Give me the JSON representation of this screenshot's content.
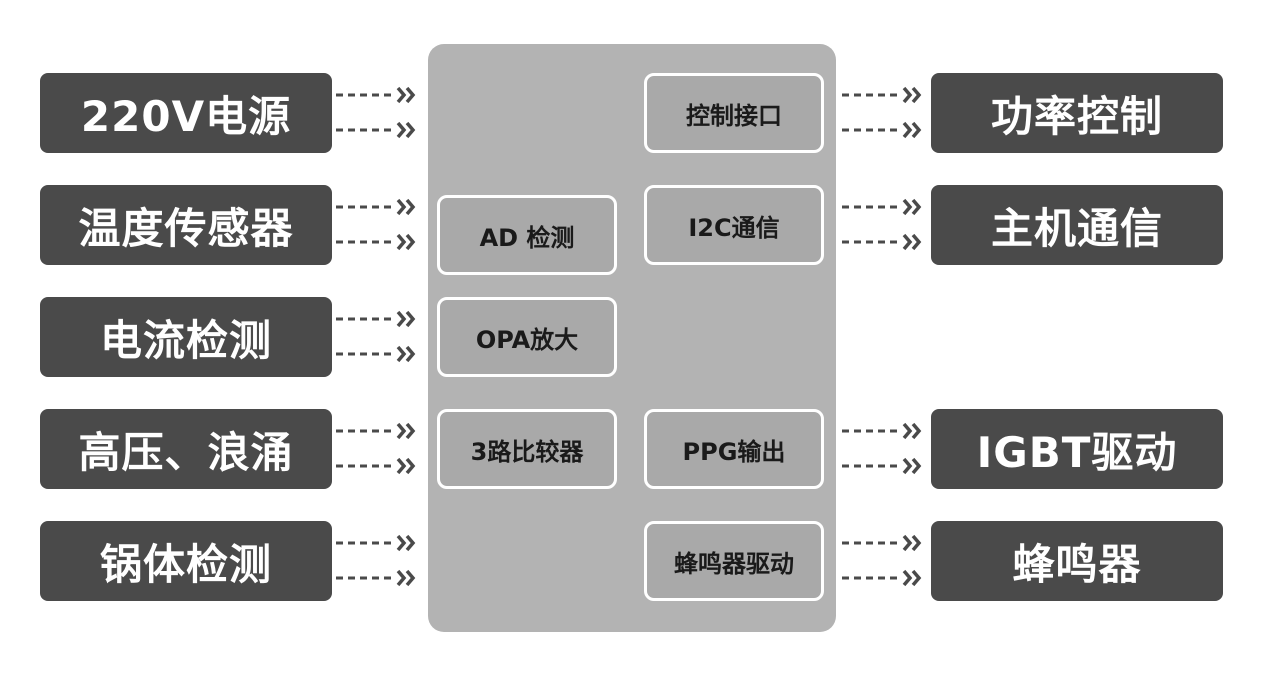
{
  "left_inputs": [
    "220V电源",
    "温度传感器",
    "电流检测",
    "高压、浪涌",
    "锅体检测"
  ],
  "right_outputs": [
    "功率控制",
    "主机通信",
    "IGBT驱动",
    "蜂鸣器"
  ],
  "modules_left": [
    "AD 检测",
    "OPA放大",
    "3路比较器"
  ],
  "modules_right": [
    "控制接口",
    "I2C通信",
    "PPG输出",
    "蜂鸣器驱动"
  ],
  "colors": {
    "box": "#4a4a4a",
    "chip": "#b3b3b3",
    "module_border": "#ffffff",
    "arrow": "#4a4a4a"
  }
}
